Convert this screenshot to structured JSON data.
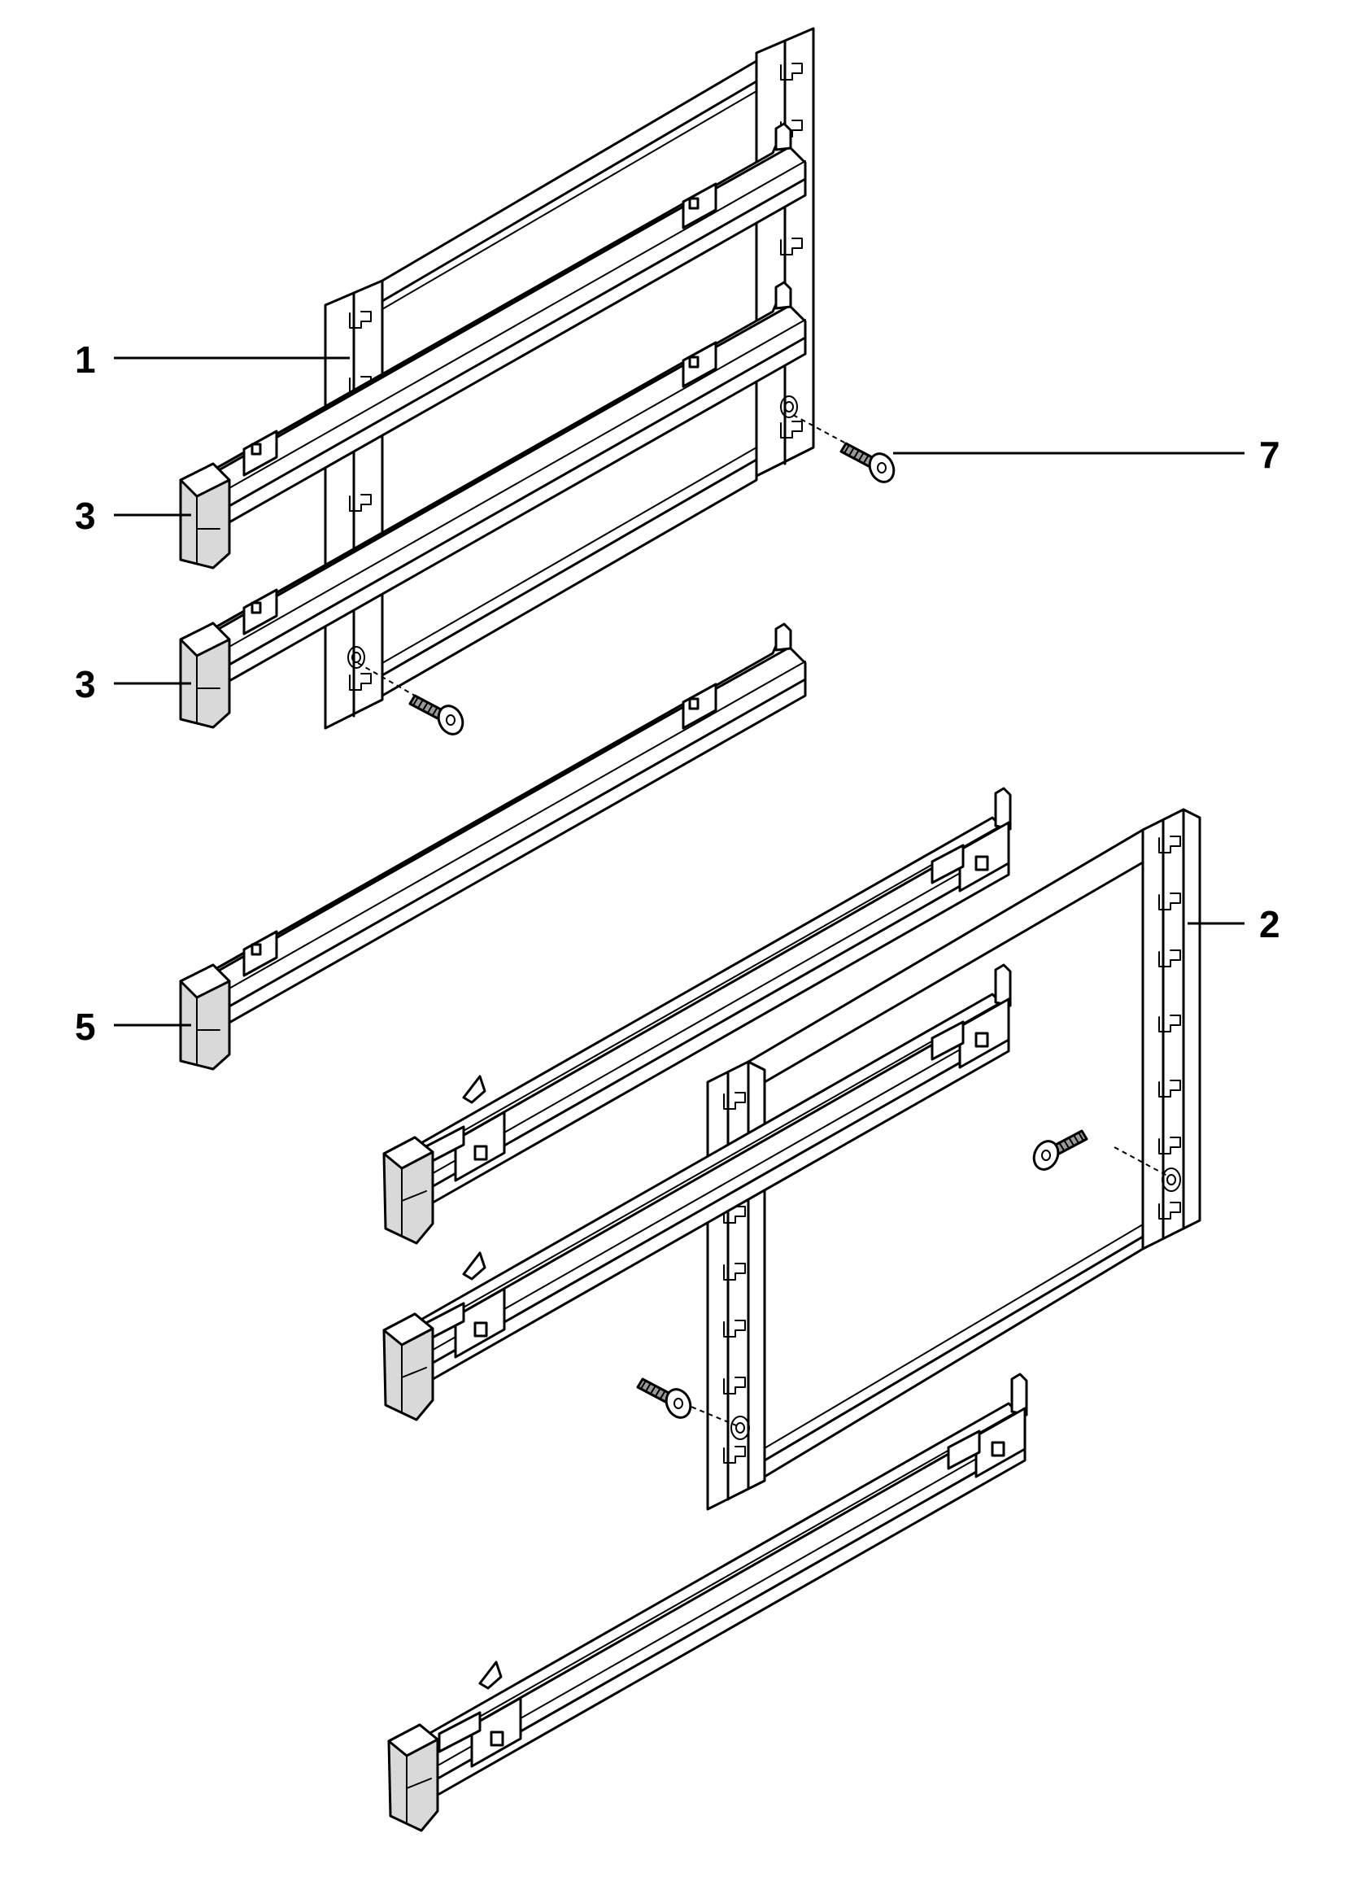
{
  "callouts": {
    "frame_upper": "1",
    "frame_lower": "2",
    "rail_top": "3",
    "rail_middle": "3",
    "rail_single": "5",
    "screw": "7"
  }
}
